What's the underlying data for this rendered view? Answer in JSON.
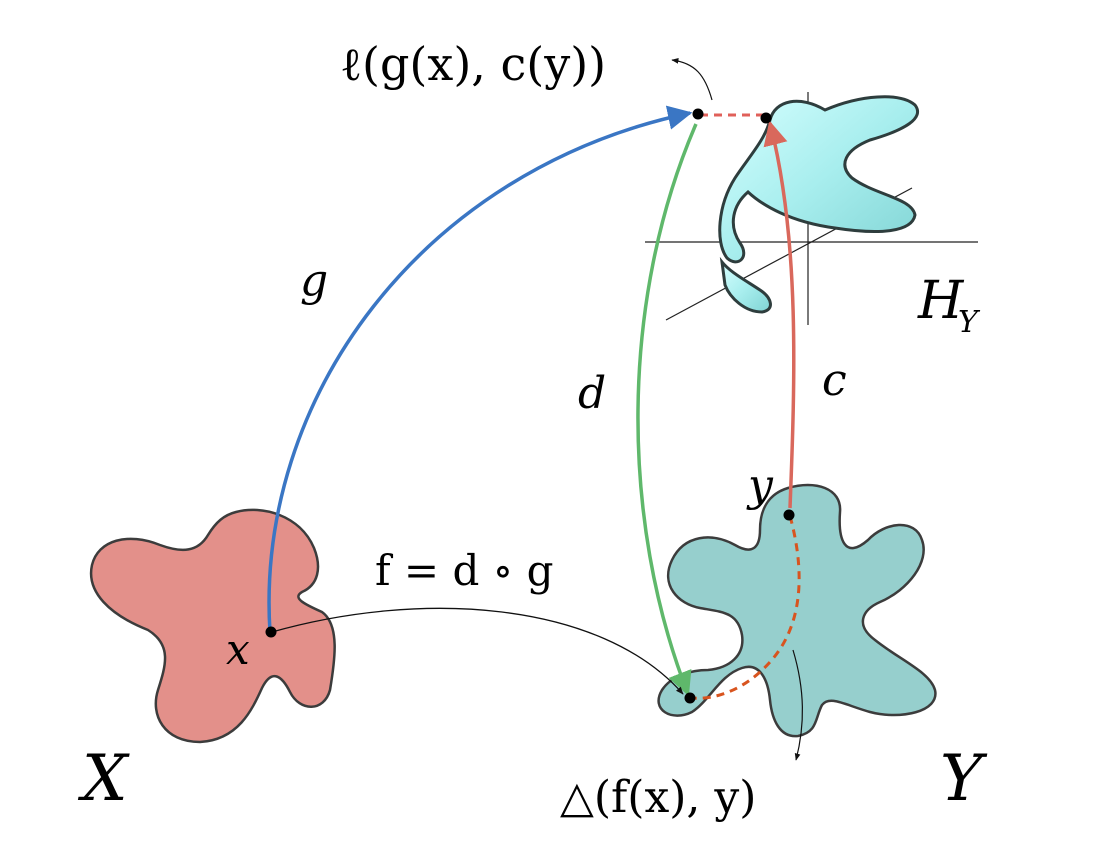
{
  "colors": {
    "blob_x": "#e3908a",
    "blob_y": "#96cfcd",
    "surface": "#b2f2f2",
    "arrow_g": "#3a76c4",
    "arrow_d": "#5fb86b",
    "arrow_c": "#d9685c",
    "dash_loss": "#e0605a",
    "dash_delta": "#d8541f",
    "outline": "#3c3c3c"
  },
  "labels": {
    "loss": "ℓ(g(x), c(y))",
    "space_h": "H",
    "space_h_sub": "Y",
    "g": "g",
    "d": "d",
    "c": "c",
    "y": "y",
    "f": "f = d ∘ g",
    "x": "x",
    "space_x": "X",
    "space_y": "Y",
    "delta": "△(f(x), y)"
  }
}
